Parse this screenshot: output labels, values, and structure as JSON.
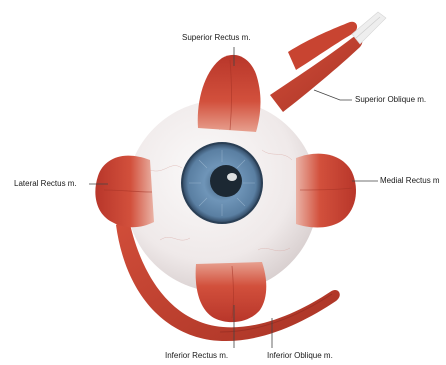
{
  "labels": {
    "superior_rectus": "Superior Rectus m.",
    "superior_oblique": "Superior Oblique m.",
    "lateral_rectus": "Lateral Rectus m.",
    "medial_rectus": "Medial Rectus m",
    "inferior_rectus": "Inferior Rectus m.",
    "inferior_oblique": "Inferior Oblique m."
  },
  "colors": {
    "muscle": "#c9412e",
    "muscle_dark": "#9e2f22",
    "sclera": "#f1ecec",
    "iris": "#5f87aa",
    "pupil": "#1c2833",
    "leader_line": "#444444"
  }
}
